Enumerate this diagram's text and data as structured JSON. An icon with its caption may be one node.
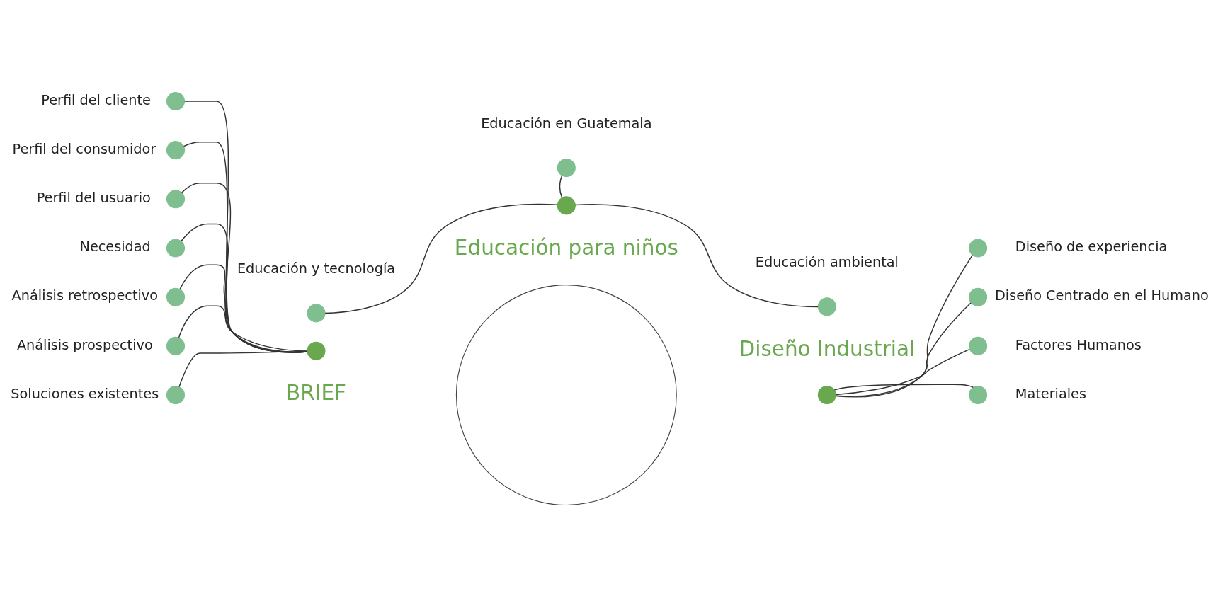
{
  "diagram": {
    "nodes": [
      {
        "text": [],
        "shape": "circle"
      },
      {
        "text": [],
        "shape": "circle",
        "beside": [
          "Educación para niños"
        ]
      },
      {
        "text": [],
        "shape": "circle",
        "beside": [
          "BRIEF"
        ]
      },
      {
        "text": [],
        "shape": "circle",
        "beside": [
          "Diseño Industrial"
        ]
      },
      {
        "text": [],
        "shape": "circle",
        "beside": [
          "Educación y tecnología"
        ]
      },
      {
        "text": [],
        "shape": "circle",
        "beside": [
          "Educación en Guatemala"
        ]
      },
      {
        "text": [],
        "shape": "circle",
        "beside": [
          "Educación ambiental"
        ]
      },
      {
        "text": [],
        "shape": "circle",
        "beside": [
          "Perfil del cliente"
        ]
      },
      {
        "text": [],
        "shape": "circle",
        "beside": [
          "Perfil del consumidor"
        ]
      },
      {
        "text": [],
        "shape": "circle",
        "beside": [
          "Perfil del usuario"
        ]
      },
      {
        "text": [],
        "shape": "circle",
        "beside": [
          "Necesidad"
        ]
      },
      {
        "text": [],
        "shape": "circle",
        "beside": [
          "Análisis retrospectivo"
        ]
      },
      {
        "text": [],
        "shape": "circle",
        "beside": [
          "Análisis prospectivo"
        ]
      },
      {
        "text": [],
        "shape": "circle",
        "beside": [
          "Soluciones existentes"
        ]
      },
      {
        "text": [],
        "shape": "circle",
        "beside": [
          "Diseño de experiencia"
        ]
      },
      {
        "text": [],
        "shape": "circle",
        "beside": [
          "Diseño Centrado en el Humano"
        ]
      },
      {
        "text": [],
        "shape": "circle",
        "beside": [
          "Factores Humanos"
        ]
      },
      {
        "text": [],
        "shape": "circle",
        "beside": [
          "Materiales"
        ]
      }
    ],
    "edges": [
      {
        "from": 1,
        "to": 4,
        "arrow": "none"
      },
      {
        "from": 1,
        "to": 5,
        "arrow": "none"
      },
      {
        "from": 1,
        "to": 6,
        "arrow": "none"
      },
      {
        "from": 2,
        "to": 7,
        "arrow": "none"
      },
      {
        "from": 2,
        "to": 8,
        "arrow": "none"
      },
      {
        "from": 2,
        "to": 9,
        "arrow": "none"
      },
      {
        "from": 2,
        "to": 10,
        "arrow": "none"
      },
      {
        "from": 2,
        "to": 11,
        "arrow": "none"
      },
      {
        "from": 2,
        "to": 12,
        "arrow": "none"
      },
      {
        "from": 2,
        "to": 13,
        "arrow": "none"
      },
      {
        "from": 3,
        "to": 14,
        "arrow": "none"
      },
      {
        "from": 3,
        "to": 15,
        "arrow": "none"
      },
      {
        "from": 3,
        "to": 16,
        "arrow": "none"
      },
      {
        "from": 3,
        "to": 17,
        "arrow": "none"
      }
    ]
  }
}
